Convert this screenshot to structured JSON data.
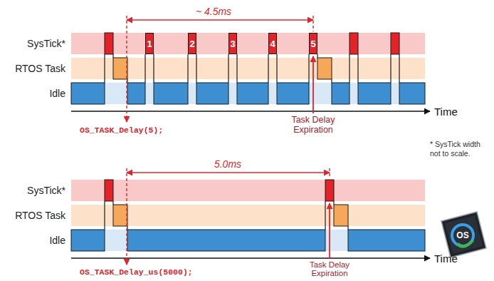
{
  "diagram": {
    "nodes": [
      {
        "text": [
          "SysTick*"
        ]
      },
      {
        "text": [
          "1"
        ],
        "in": 0
      },
      {
        "text": [
          "2"
        ],
        "in": 0
      },
      {
        "text": [
          "3"
        ],
        "in": 0
      },
      {
        "text": [
          "4"
        ],
        "in": 0
      },
      {
        "text": [
          "5"
        ],
        "in": 0
      },
      {
        "text": [
          "RTOS Task"
        ]
      },
      {
        "text": [
          "Idle"
        ]
      },
      {
        "text": [
          "SysTick*"
        ]
      },
      {
        "text": [
          "RTOS Task"
        ]
      },
      {
        "text": [
          "Idle"
        ]
      }
    ],
    "labels": [
      "~ 4.5ms",
      "Time",
      "OS_TASK_Delay(5);",
      "Task Delay Expiration",
      "* SysTick width not to scale.",
      "5.0ms",
      "Time",
      "OS_TASK_Delay_us(5000);",
      "Task Delay Expiration",
      "OS"
    ]
  }
}
